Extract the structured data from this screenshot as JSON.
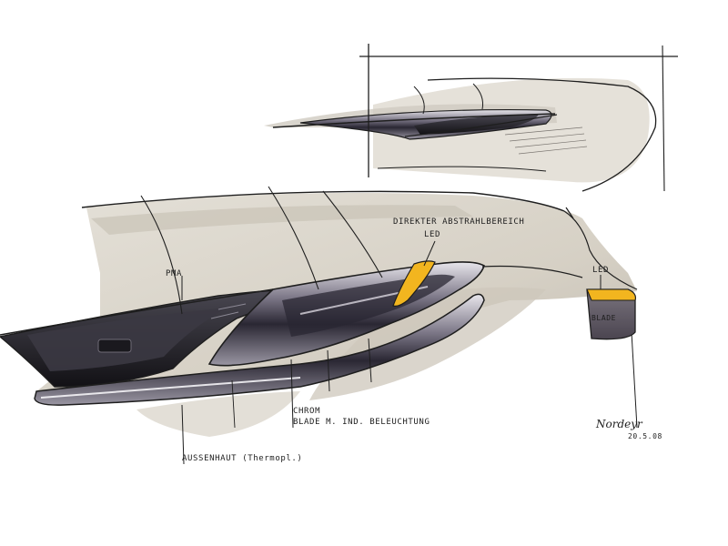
{
  "sketch": {
    "labels": {
      "pma": "PMA",
      "direct_beam_line1": "DIREKTER ABSTRAHLBEREICH",
      "direct_beam_line2": "LED",
      "led": "LED",
      "blade": "BLADE",
      "chrom_line1": "CHROM",
      "chrom_line2": "BLADE M. IND. BELEUCHTUNG",
      "outer_skin": "AUSSENHAUT (Thermopl.)",
      "signature": "Nordeyr",
      "date": "20.5.08"
    },
    "colors": {
      "paper": "#ffffff",
      "surface_marker": "#d8d2c6",
      "surface_shadow": "#b9b3a8",
      "led_yellow": "#f2b51f",
      "chrome_dark": "#2a2733",
      "chrome_mid": "#7b7686",
      "ink": "#1e1e1e"
    }
  }
}
